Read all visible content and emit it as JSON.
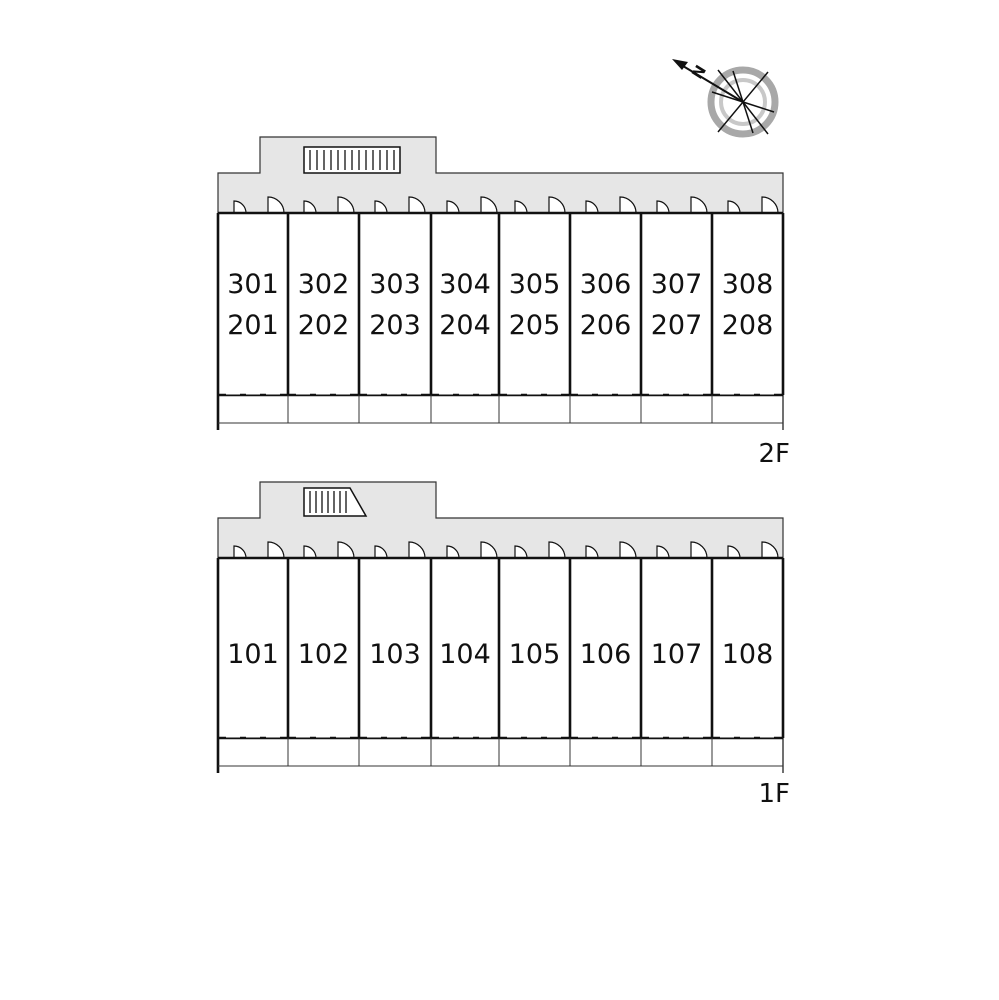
{
  "compass": {
    "north_label": "N",
    "icon": "compass-rose-icon"
  },
  "floors": [
    {
      "id": "upper",
      "label": "2F",
      "units": [
        {
          "top": "301",
          "bottom": "201"
        },
        {
          "top": "302",
          "bottom": "202"
        },
        {
          "top": "303",
          "bottom": "203"
        },
        {
          "top": "304",
          "bottom": "204"
        },
        {
          "top": "305",
          "bottom": "205"
        },
        {
          "top": "306",
          "bottom": "206"
        },
        {
          "top": "307",
          "bottom": "207"
        },
        {
          "top": "308",
          "bottom": "208"
        }
      ]
    },
    {
      "id": "ground",
      "label": "1F",
      "units": [
        {
          "top": "101"
        },
        {
          "top": "102"
        },
        {
          "top": "103"
        },
        {
          "top": "104"
        },
        {
          "top": "105"
        },
        {
          "top": "106"
        },
        {
          "top": "107"
        },
        {
          "top": "108"
        }
      ]
    }
  ],
  "colors": {
    "corridor": "#e6e6e6",
    "wall": "#111111",
    "line": "#333333",
    "compass_ring": "#a8a8a8"
  }
}
